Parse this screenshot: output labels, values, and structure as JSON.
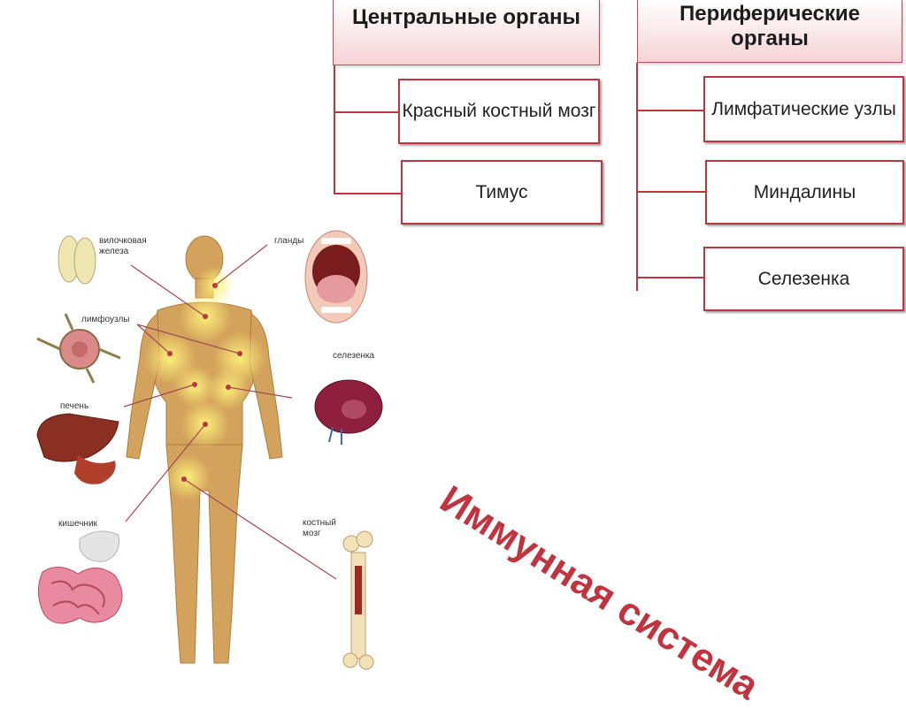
{
  "central": {
    "title": "Центральные органы",
    "items": [
      "Красный костный мозг",
      "Тимус"
    ]
  },
  "peripheral": {
    "title": "Периферические органы",
    "items": [
      "Лимфатические узлы",
      "Миндалины",
      "Селезенка"
    ]
  },
  "slide_title": "Иммунная система",
  "illustration_labels": {
    "thymus": "вилочковая железа",
    "glands": "гланды",
    "lymph_nodes": "лимфоузлы",
    "spleen": "селезенка",
    "liver": "печень",
    "intestine": "кишечник",
    "bone_marrow": "костный мозг"
  },
  "colors": {
    "accent": "#c0343f",
    "header_fill": "#f6d3d6",
    "body_skin": "#d3a25c"
  }
}
